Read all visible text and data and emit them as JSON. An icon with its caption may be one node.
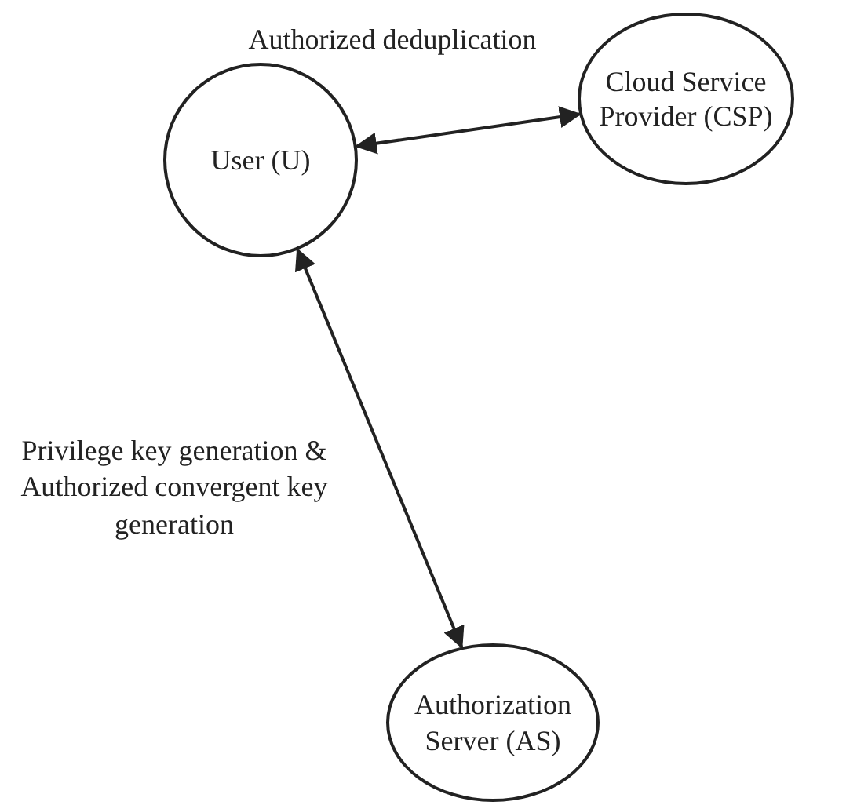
{
  "diagram": {
    "nodes": [
      {
        "text": [
          "User (U)"
        ]
      },
      {
        "text": [
          "Cloud Service Provider (CSP)"
        ]
      },
      {
        "text": [
          "Authorization Server (AS)"
        ]
      }
    ],
    "edges": [
      {
        "from": 0,
        "to": 1,
        "arrow": "both",
        "label": "Authorized deduplication"
      },
      {
        "from": 0,
        "to": 2,
        "arrow": "both",
        "label": "Privilege key generation & Authorized convergent key generation"
      }
    ]
  }
}
